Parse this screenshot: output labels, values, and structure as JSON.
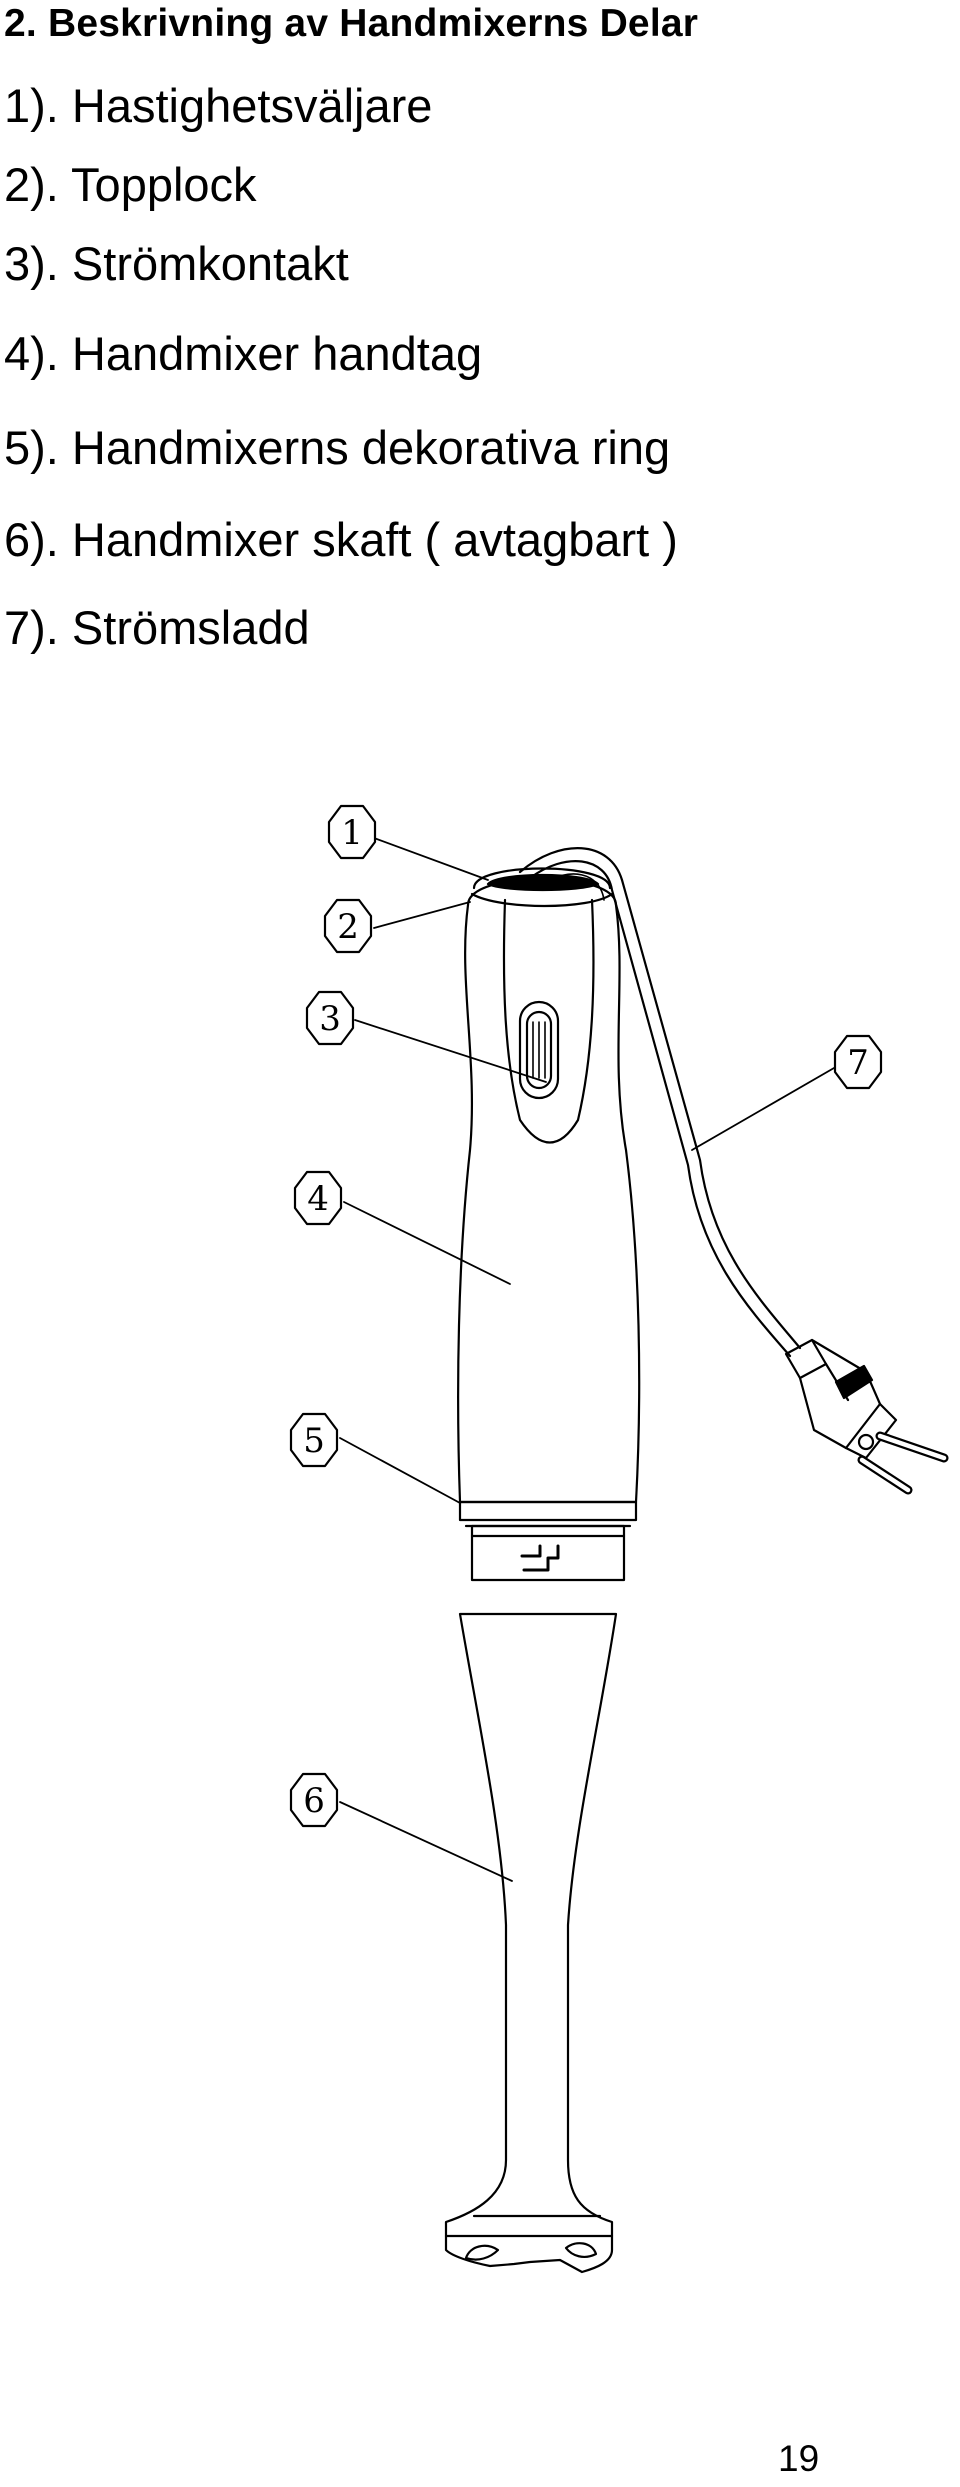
{
  "section": {
    "heading": "2. Beskrivning av Handmixerns Delar"
  },
  "parts": [
    {
      "label": "1). Hastighetsväljare"
    },
    {
      "label": "2). Topplock"
    },
    {
      "label": "3). Strömkontakt"
    },
    {
      "label": "4). Handmixer handtag"
    },
    {
      "label": "5). Handmixerns dekorativa ring"
    },
    {
      "label": "6). Handmixer skaft ( avtagbart )"
    },
    {
      "label": "7). Strömsladd"
    }
  ],
  "figure": {
    "callout_numbers": [
      "1",
      "2",
      "3",
      "4",
      "5",
      "6",
      "7"
    ]
  },
  "footer": {
    "page_number": "19"
  }
}
